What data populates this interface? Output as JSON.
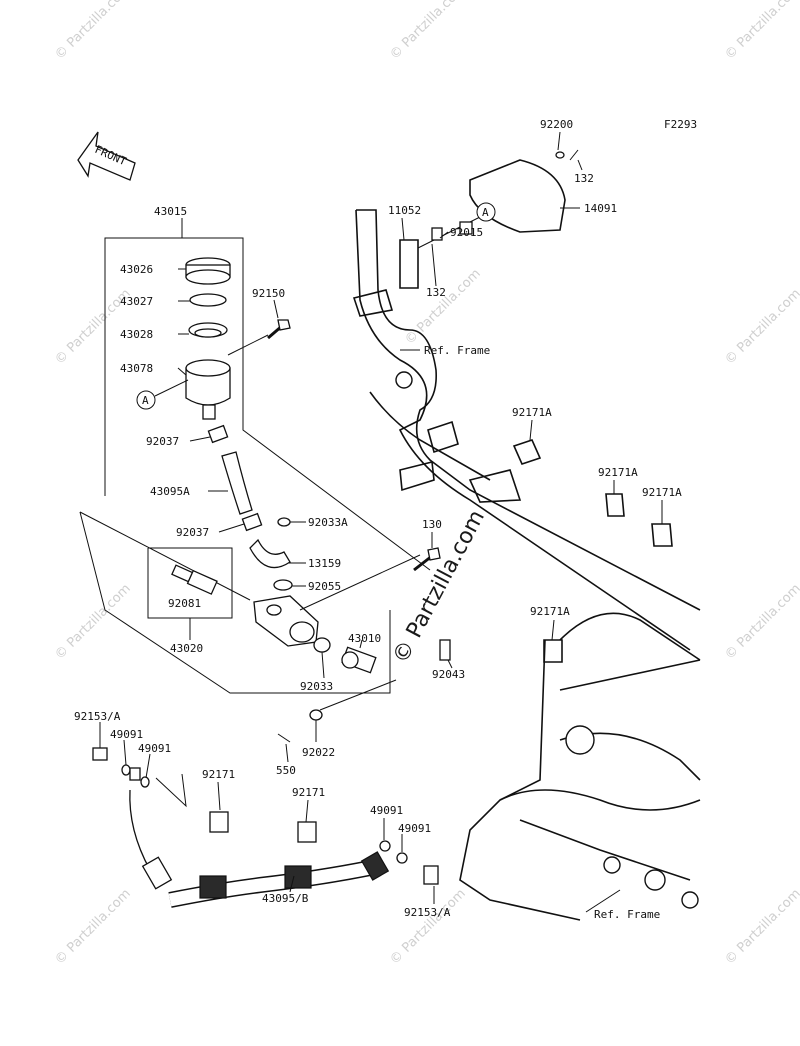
{
  "diagram_code": "F2293",
  "front_label": "FRONT",
  "callout_a": "A",
  "watermark_small": "© Partzilla.com",
  "watermark_center": "© Partzilla.com",
  "ref_frame": "Ref. Frame",
  "parts": {
    "p43015": "43015",
    "p43026": "43026",
    "p43027": "43027",
    "p43028": "43028",
    "p43078": "43078",
    "p92150": "92150",
    "p92037a": "92037",
    "p43095a": "43095A",
    "p92037b": "92037",
    "p92033a": "92033A",
    "p13159": "13159",
    "p92055": "92055",
    "p92081": "92081",
    "p43020": "43020",
    "p92033": "92033",
    "p43010": "43010",
    "p130": "130",
    "p92043": "92043",
    "p92022": "92022",
    "p550": "550",
    "p92153a1": "92153/A",
    "p49091a": "49091",
    "p49091b": "49091",
    "p92171a": "92171",
    "p92171b": "92171",
    "p49091c": "49091",
    "p49091d": "49091",
    "p43095b": "43095/B",
    "p92153a2": "92153/A",
    "p92200": "92200",
    "p132a": "132",
    "p14091": "14091",
    "p11052": "11052",
    "p92015": "92015",
    "p132b": "132",
    "p92171A1": "92171A",
    "p92171A2": "92171A",
    "p92171A3": "92171A",
    "p92171A4": "92171A"
  }
}
